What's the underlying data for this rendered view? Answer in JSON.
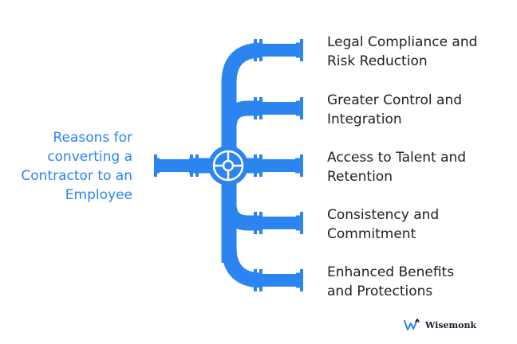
{
  "title_lines": [
    "Reasons for",
    "converting a",
    "Contractor to an",
    "Employee"
  ],
  "items": [
    {
      "lines": [
        "Legal Compliance and",
        "Risk Reduction"
      ]
    },
    {
      "lines": [
        "Greater Control and",
        "Integration"
      ]
    },
    {
      "lines": [
        "Access to Talent and",
        "Retention"
      ]
    },
    {
      "lines": [
        "Consistency and",
        "Commitment"
      ]
    },
    {
      "lines": [
        "Enhanced Benefits",
        "and Protections"
      ]
    }
  ],
  "brand": {
    "name": "Wisemonk"
  },
  "colors": {
    "pipe": "#2b84f0",
    "title": "#2b84f0",
    "text": "#1f1f1f"
  }
}
